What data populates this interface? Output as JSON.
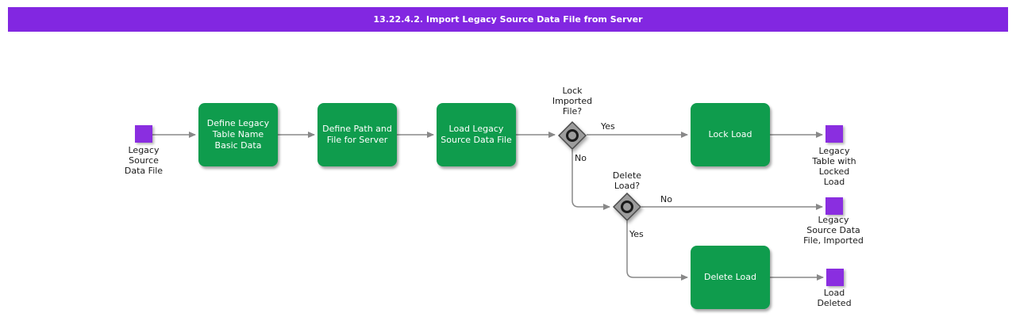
{
  "title": "13.22.4.2. Import Legacy Source Data File from Server",
  "colors": {
    "title_bar": "#8227E1",
    "task_fill": "#0F9C4D",
    "task_text": "#FFFFFF",
    "data_object_fill": "#8A2EE0",
    "gateway_fill": "#9C9C9C",
    "connector": "#888888",
    "label_text": "#1A1A1A"
  },
  "nodes": {
    "start_data": {
      "label": "Legacy\nSource\nData File"
    },
    "task_define_table": {
      "label": "Define Legacy\nTable Name\nBasic Data"
    },
    "task_define_path": {
      "label": "Define Path and\nFile for Server"
    },
    "task_load_file": {
      "label": "Load Legacy\nSource Data File"
    },
    "gateway_lock": {
      "label": "Lock\nImported\nFile?"
    },
    "task_lock_load": {
      "label": "Lock Load"
    },
    "data_locked_load": {
      "label": "Legacy\nTable with\nLocked\nLoad"
    },
    "gateway_delete": {
      "label": "Delete\nLoad?"
    },
    "data_file_imported": {
      "label": "Legacy\nSource Data\nFile, Imported"
    },
    "task_delete_load": {
      "label": "Delete Load"
    },
    "data_load_deleted": {
      "label": "Load\nDeleted"
    }
  },
  "edges": {
    "lock_yes": "Yes",
    "lock_no": "No",
    "delete_no": "No",
    "delete_yes": "Yes"
  }
}
